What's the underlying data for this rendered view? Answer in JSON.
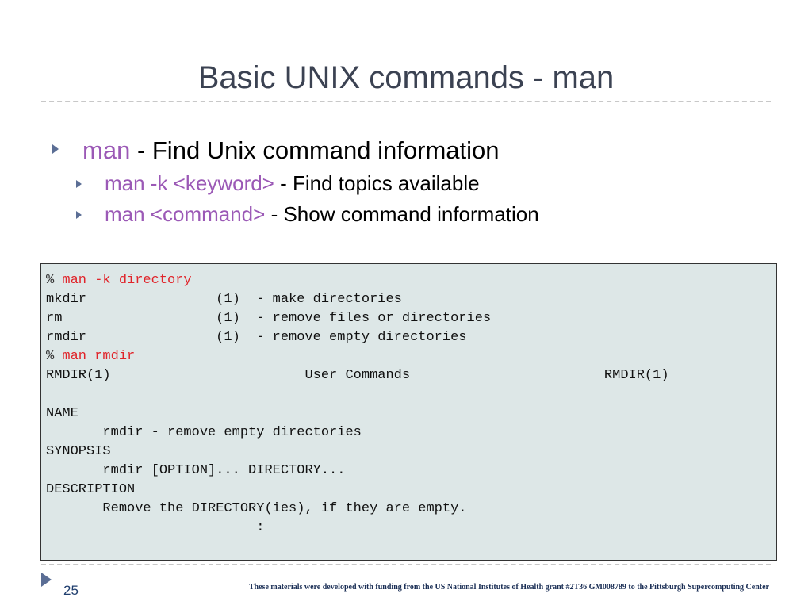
{
  "slide": {
    "title": "Basic UNIX commands - man",
    "page_number": "25",
    "credit": "These materials were developed with funding from the US National Institutes of Health grant #2T36 GM008789 to the Pittsburgh Supercomputing Center"
  },
  "bullets": [
    {
      "command": "man",
      "description": "- Find Unix command information",
      "level": 1
    },
    {
      "command": "man -k <keyword>",
      "description": "- Find topics available",
      "level": 2
    },
    {
      "command": "man <command>",
      "description": "- Show command information",
      "level": 2
    }
  ],
  "terminal": {
    "prompt": "%",
    "cmd1": "man -k directory",
    "row1": "mkdir                (1)  - make directories",
    "row2": "rm                   (1)  - remove files or directories",
    "row3": "rmdir                (1)  - remove empty directories",
    "cmd2": "man rmdir",
    "header": "RMDIR(1)                        User Commands                        RMDIR(1)",
    "name_heading": "NAME",
    "name_text": "       rmdir - remove empty directories",
    "synopsis_heading": "SYNOPSIS",
    "synopsis_text": "       rmdir [OPTION]... DIRECTORY...",
    "description_heading": "DESCRIPTION",
    "description_text": "       Remove the DIRECTORY(ies), if they are empty.",
    "pager": "                          :"
  },
  "colors": {
    "command": "#9b59b6",
    "terminal_command": "#e0242a",
    "terminal_bg": "#dde7e7",
    "bullet": "#5b6e95"
  }
}
